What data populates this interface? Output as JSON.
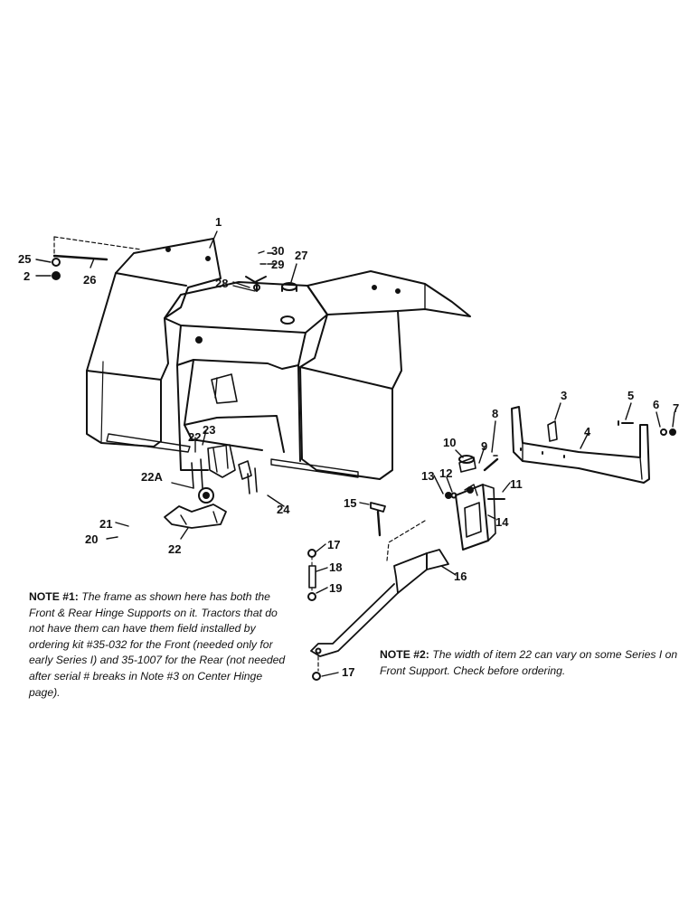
{
  "callouts": {
    "c1": "1",
    "c2": "2",
    "c3": "3",
    "c4": "4",
    "c5": "5",
    "c6": "6",
    "c7": "7",
    "c8": "8",
    "c9": "9",
    "c10": "10",
    "c11": "11",
    "c12": "12",
    "c13": "13",
    "c14": "14",
    "c15": "15",
    "c16": "16",
    "c17a": "17",
    "c17b": "17",
    "c18": "18",
    "c19": "19",
    "c20": "20",
    "c21": "21",
    "c22": "22",
    "c22a": "22A",
    "c22b": "22",
    "c23": "23",
    "c24": "24",
    "c25": "25",
    "c26": "26",
    "c27": "27",
    "c28": "28",
    "c29": "29",
    "c30": "30"
  },
  "notes": {
    "note1_label": "NOTE #1:",
    "note1_text": " The frame as shown here has both the Front & Rear Hinge Supports on it. Tractors that do not have them can have them field installed by ordering kit #35-032 for the Front (needed only for early Series I) and 35-1007 for the Rear (not needed after serial # breaks in Note #3 on Center Hinge page).",
    "note2_label": "NOTE #2:",
    "note2_text": " The width of item 22 can vary on some Series I on Front Support. Check before ordering."
  }
}
